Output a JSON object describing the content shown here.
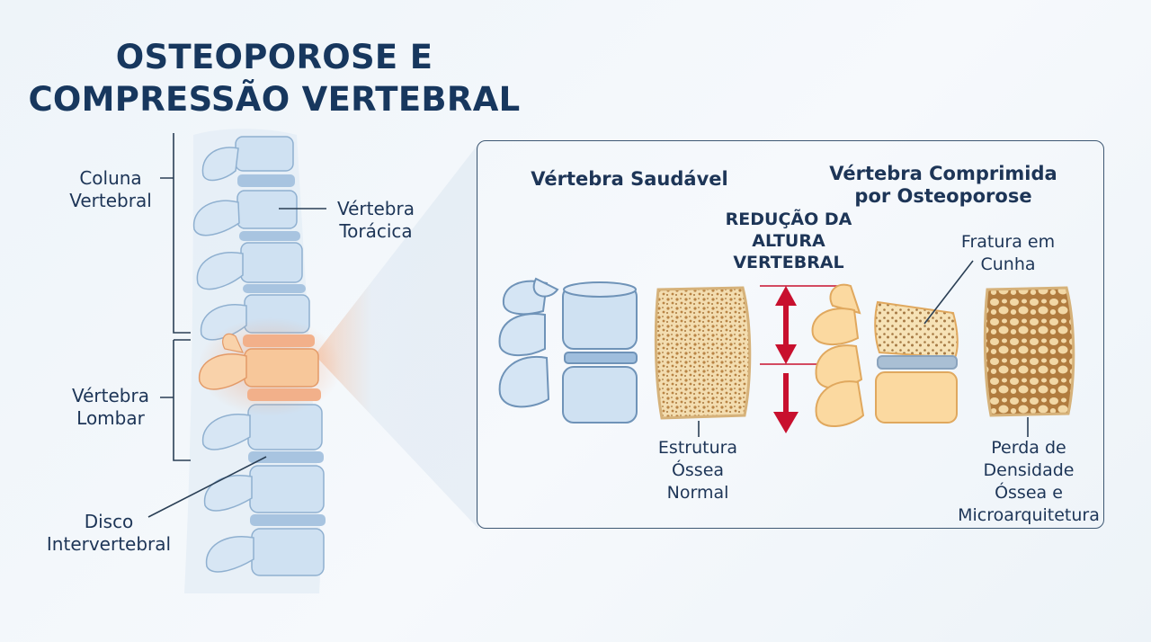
{
  "title": {
    "line1": "OSTEOPOROSE E",
    "line2": "COMPRESSÃO VERTEBRAL"
  },
  "spine_labels": {
    "coluna": [
      "Coluna",
      "Vertebral"
    ],
    "toracica": [
      "Vértebra",
      "Torácica"
    ],
    "lombar": [
      "Vértebra",
      "Lombar"
    ],
    "disco": [
      "Disco",
      "Intervertebral"
    ]
  },
  "panel": {
    "healthy_title": "Vértebra Saudável",
    "compressed_title": [
      "Vértebra Comprimida",
      "por Osteoporose"
    ],
    "height_reduction": [
      "REDUÇÃO DA",
      "ALTURA",
      "VERTEBRAL"
    ],
    "fracture": [
      "Fratura em",
      "Cunha"
    ],
    "normal_structure": [
      "Estrutura",
      "Óssea",
      "Normal"
    ],
    "density_loss": [
      "Perda de",
      "Densidade",
      "Óssea e",
      "Microarquitetura"
    ]
  },
  "colors": {
    "healthy_bone": "#cfe1f2",
    "healthy_outline": "#6f93b8",
    "affected_bone": "#f7c79a",
    "compressed_bone": "#fbd9a0",
    "trabecular": "#f3ddb0",
    "arrow": "#c8102e",
    "text": "#1d3557"
  }
}
